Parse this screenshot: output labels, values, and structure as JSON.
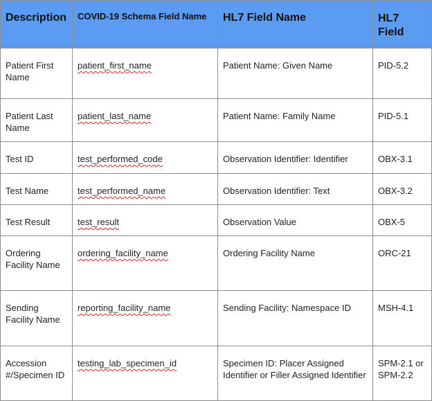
{
  "headers": {
    "description": "Description",
    "schema_field": "COVID-19 Schema Field Name",
    "hl7_field_name": "HL7 Field Name",
    "hl7_field": "HL7 Field"
  },
  "rows": [
    {
      "description": "Patient First Name",
      "schema_field": "patient_first_name",
      "hl7_field_name": "Patient Name: Given Name",
      "hl7_field": "PID-5.2"
    },
    {
      "description": "Patient Last Name",
      "schema_field": "patient_last_name",
      "hl7_field_name": "Patient Name: Family Name",
      "hl7_field": "PID-5.1"
    },
    {
      "description": "Test ID",
      "schema_field": "test_performed_code",
      "hl7_field_name": "Observation Identifier: Identifier",
      "hl7_field": "OBX-3.1"
    },
    {
      "description": "Test Name",
      "schema_field": "test_performed_name",
      "hl7_field_name": "Observation Identifier: Text",
      "hl7_field": "OBX-3.2"
    },
    {
      "description": "Test Result",
      "schema_field": "test_result",
      "hl7_field_name": "Observation Value",
      "hl7_field": "OBX-5"
    },
    {
      "description": "Ordering Facility Name",
      "schema_field": "ordering_facility_name",
      "hl7_field_name": "Ordering Facility Name",
      "hl7_field": "ORC-21"
    },
    {
      "description": "Sending Facility Name",
      "schema_field": "reporting_facility_name",
      "hl7_field_name": "Sending Facility: Namespace ID",
      "hl7_field": "MSH-4.1"
    },
    {
      "description": "Accession #/Specimen ID",
      "schema_field": "testing_lab_specimen_id",
      "hl7_field_name": "Specimen ID: Placer Assigned Identifier or Filler Assigned Identifier",
      "hl7_field": "SPM-2.1 or SPM-2.2"
    }
  ]
}
